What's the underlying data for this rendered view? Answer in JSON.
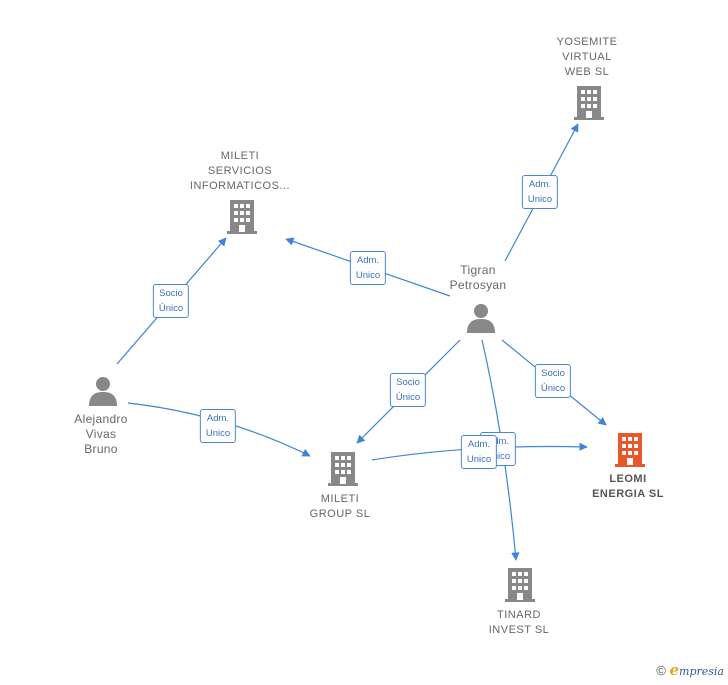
{
  "colors": {
    "edge": "#3f83d6",
    "building": "#888888",
    "target": "#e8562a",
    "person": "#888888"
  },
  "nodes": {
    "yosemite": {
      "label": "YOSEMITE\nVIRTUAL\nWEB SL",
      "icon": "building-icon"
    },
    "mileti_servicios": {
      "label": "MILETI\nSERVICIOS\nINFORMATICOS...",
      "icon": "building-icon"
    },
    "tigran": {
      "label": "Tigran\nPetrosyan",
      "icon": "person-icon"
    },
    "alejandro": {
      "label": "Alejandro\nVivas\nBruno",
      "icon": "person-icon"
    },
    "mileti_group": {
      "label": "MILETI\nGROUP SL",
      "icon": "building-icon"
    },
    "leomi": {
      "label": "LEOMI\nENERGIA SL",
      "icon": "building-icon"
    },
    "tinard": {
      "label": "TINARD\nINVEST SL",
      "icon": "building-icon"
    }
  },
  "edges": {
    "tigran_yosemite": "Adm.\nUnico",
    "tigran_mileti_servicios": "Adm.\nUnico",
    "alejandro_mileti_servicios": "Socio\nÚnico",
    "tigran_mileti_group": "Socio\nÚnico",
    "tigran_leomi": "Socio\nÚnico",
    "alejandro_mileti_group": "Adm.\nUnico",
    "mileti_group_leomi": "Adm.\nUnico",
    "tigran_tinard": "Adm.\nUnico"
  },
  "footer": {
    "copyright": "©",
    "brand_initial": "e",
    "brand_rest": "mpresia"
  }
}
